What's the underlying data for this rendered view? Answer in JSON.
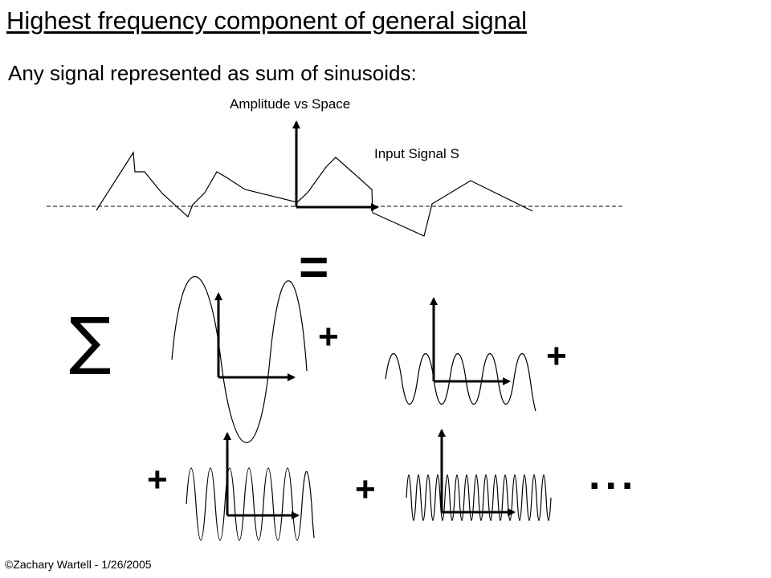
{
  "title": "Highest frequency component of general signal",
  "subtitle": "Any signal represented as sum of sinusoids:",
  "amplitude_label": "Amplitude vs Space",
  "input_signal_label": "Input Signal S",
  "equals_symbol": "=",
  "sigma_symbol": "∑",
  "plus_symbol": "+",
  "ellipsis": "...",
  "footer": "©Zachary Wartell - 1/26/2005"
}
